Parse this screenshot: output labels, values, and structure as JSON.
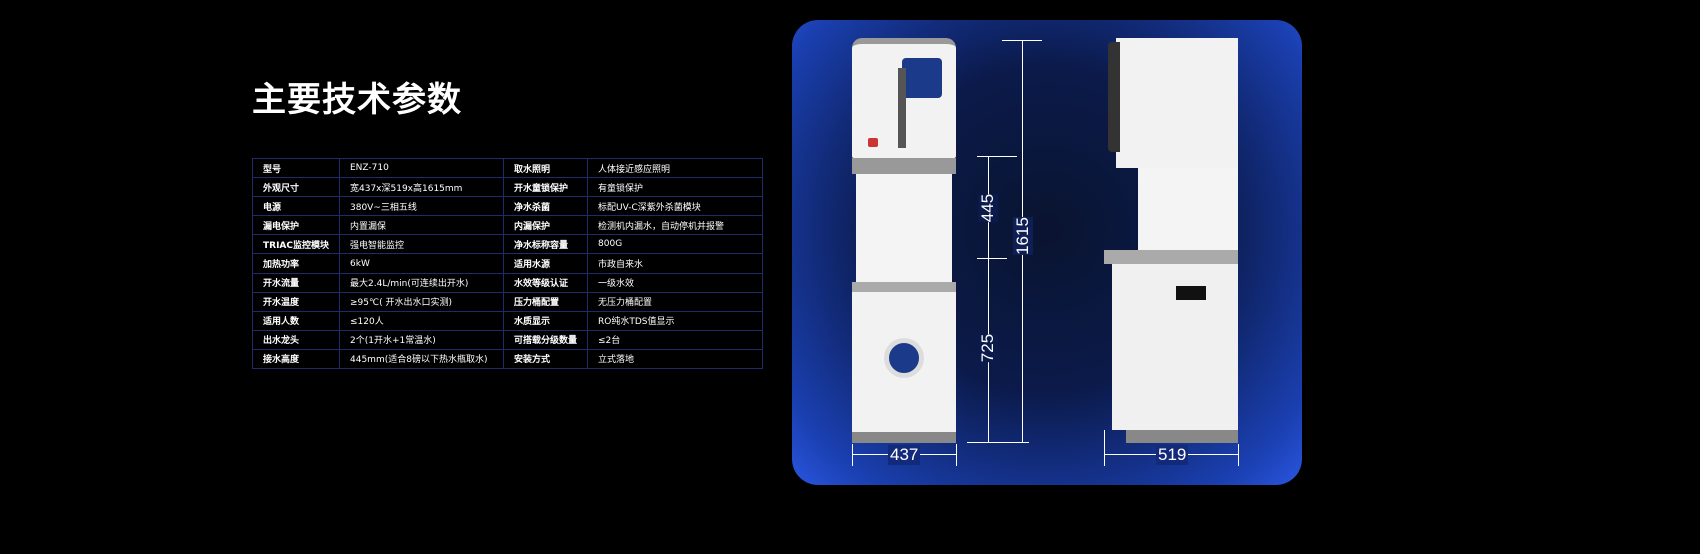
{
  "title": "主要技术参数",
  "specs": [
    [
      "型号",
      "ENZ-710",
      "取水照明",
      "人体接近感应照明"
    ],
    [
      "外观尺寸",
      "宽437x深519x高1615mm",
      "开水童锁保护",
      "有童锁保护"
    ],
    [
      "电源",
      "380V~三相五线",
      "净水杀菌",
      "标配UV-C深紫外杀菌模块"
    ],
    [
      "漏电保护",
      "内置漏保",
      "内漏保护",
      "检测机内漏水，自动停机并报警"
    ],
    [
      "TRIAC监控模块",
      "强电智能监控",
      "净水标称容量",
      "800G"
    ],
    [
      "加热功率",
      "6kW",
      "适用水源",
      "市政自来水"
    ],
    [
      "开水流量",
      "最大2.4L/min(可连续出开水)",
      "水效等级认证",
      "一级水效"
    ],
    [
      "开水温度",
      "≥95℃( 开水出水口实测)",
      "压力桶配置",
      "无压力桶配置"
    ],
    [
      "适用人数",
      "≤120人",
      "水质显示",
      "RO纯水TDS值显示"
    ],
    [
      "出水龙头",
      "2个(1开水+1常温水)",
      "可搭载分级数量",
      "≤2台"
    ],
    [
      "接水高度",
      "445mm(适合8磅以下热水瓶取水)",
      "安装方式",
      "立式落地"
    ]
  ],
  "dimensions": {
    "water_height": "445",
    "total_height": "1615",
    "lower_height": "725",
    "width": "437",
    "depth": "519"
  }
}
